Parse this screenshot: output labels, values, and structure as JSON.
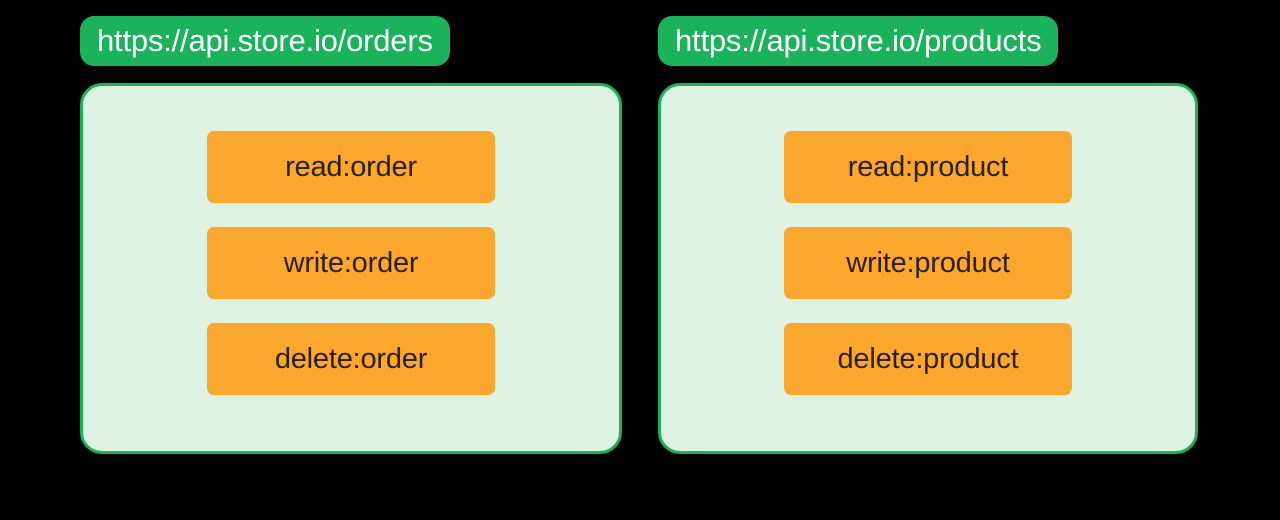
{
  "background_color": "#000000",
  "theme": {
    "accent_green": "#1AB35C",
    "panel_fill": "#DEF2E4",
    "chip_orange": "#FBA72E",
    "chip_text": "#2B2117",
    "pill_text": "#FFFFFF"
  },
  "groups": [
    {
      "id": "orders",
      "url": "https://api.store.io/orders",
      "scopes": [
        {
          "label": "read:order"
        },
        {
          "label": "write:order"
        },
        {
          "label": "delete:order"
        }
      ]
    },
    {
      "id": "products",
      "url": "https://api.store.io/products",
      "scopes": [
        {
          "label": "read:product"
        },
        {
          "label": "write:product"
        },
        {
          "label": "delete:product"
        }
      ]
    }
  ]
}
